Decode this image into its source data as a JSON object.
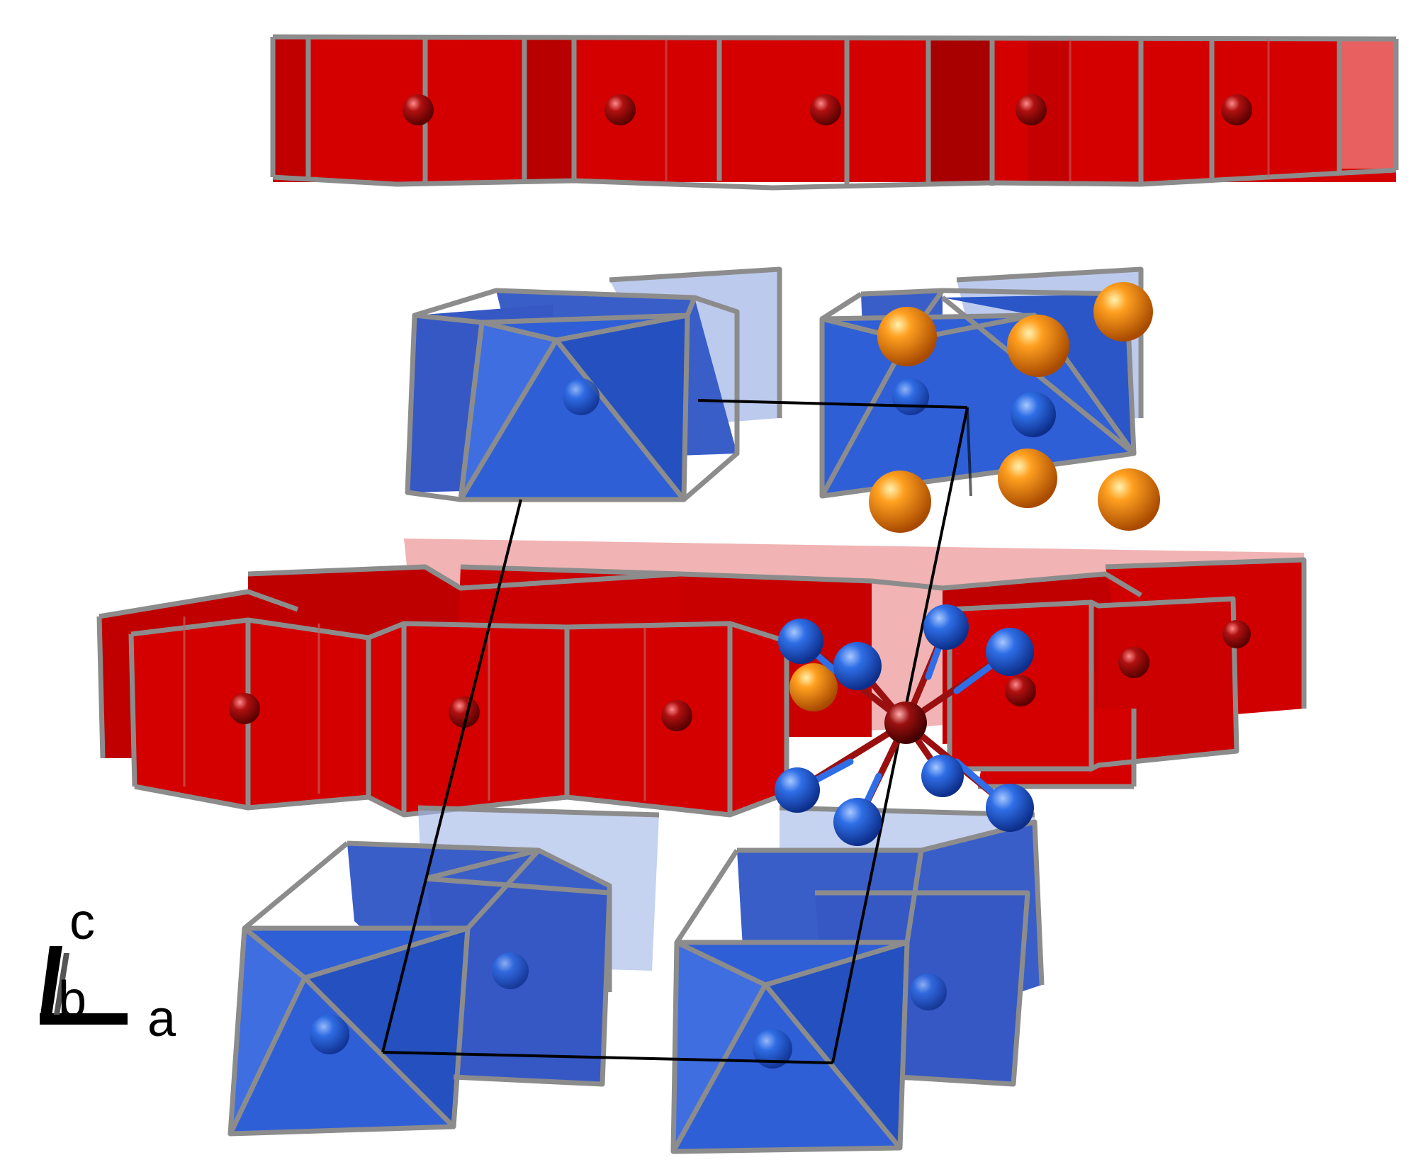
{
  "axes": {
    "c": "c",
    "b": "b",
    "a": "a"
  },
  "colors": {
    "red_prism": "#d40000",
    "red_prism_dark": "#a50000",
    "blue_octahedron": "#2f5fd6",
    "blue_octahedron_dark": "#1d3fa8",
    "edge_gray": "#8c8c8c",
    "cell_line": "#000000",
    "orange_atom": "#ee7a00",
    "blue_atom": "#2f6ee6",
    "central_atom": "#9a1010"
  }
}
